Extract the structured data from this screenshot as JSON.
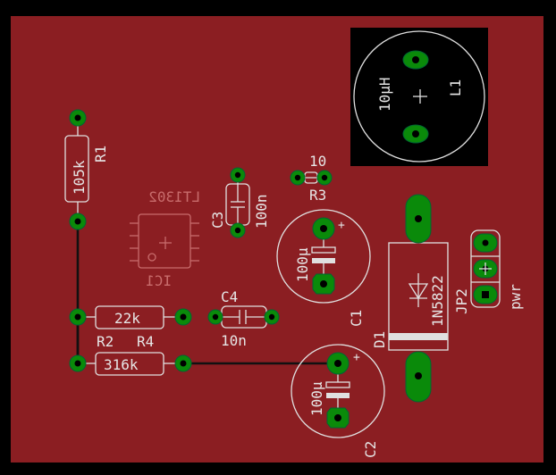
{
  "board": {
    "background": "#000000",
    "copper_color": "#8b1e22",
    "pad_color": "#0a8a0a",
    "silk_color": "#e0e0e0"
  },
  "components": {
    "r1": {
      "name": "R1",
      "value": "105k"
    },
    "r2": {
      "name": "R2",
      "value": "22k"
    },
    "r4": {
      "name": "R4",
      "value": "316k"
    },
    "r3": {
      "name": "R3",
      "value": "10"
    },
    "c1": {
      "name": "C1",
      "value": "100μ"
    },
    "c2": {
      "name": "C2",
      "value": "100μ"
    },
    "c3": {
      "name": "C3",
      "value": "100n"
    },
    "c4": {
      "name": "C4",
      "value": "10n"
    },
    "ic1": {
      "name": "IC1",
      "value": "LT1302"
    },
    "l1": {
      "name": "L1",
      "value": "10μH"
    },
    "d1": {
      "name": "D1",
      "value": "1N5822"
    },
    "jp2": {
      "name": "JP2",
      "value": "pwr"
    }
  }
}
